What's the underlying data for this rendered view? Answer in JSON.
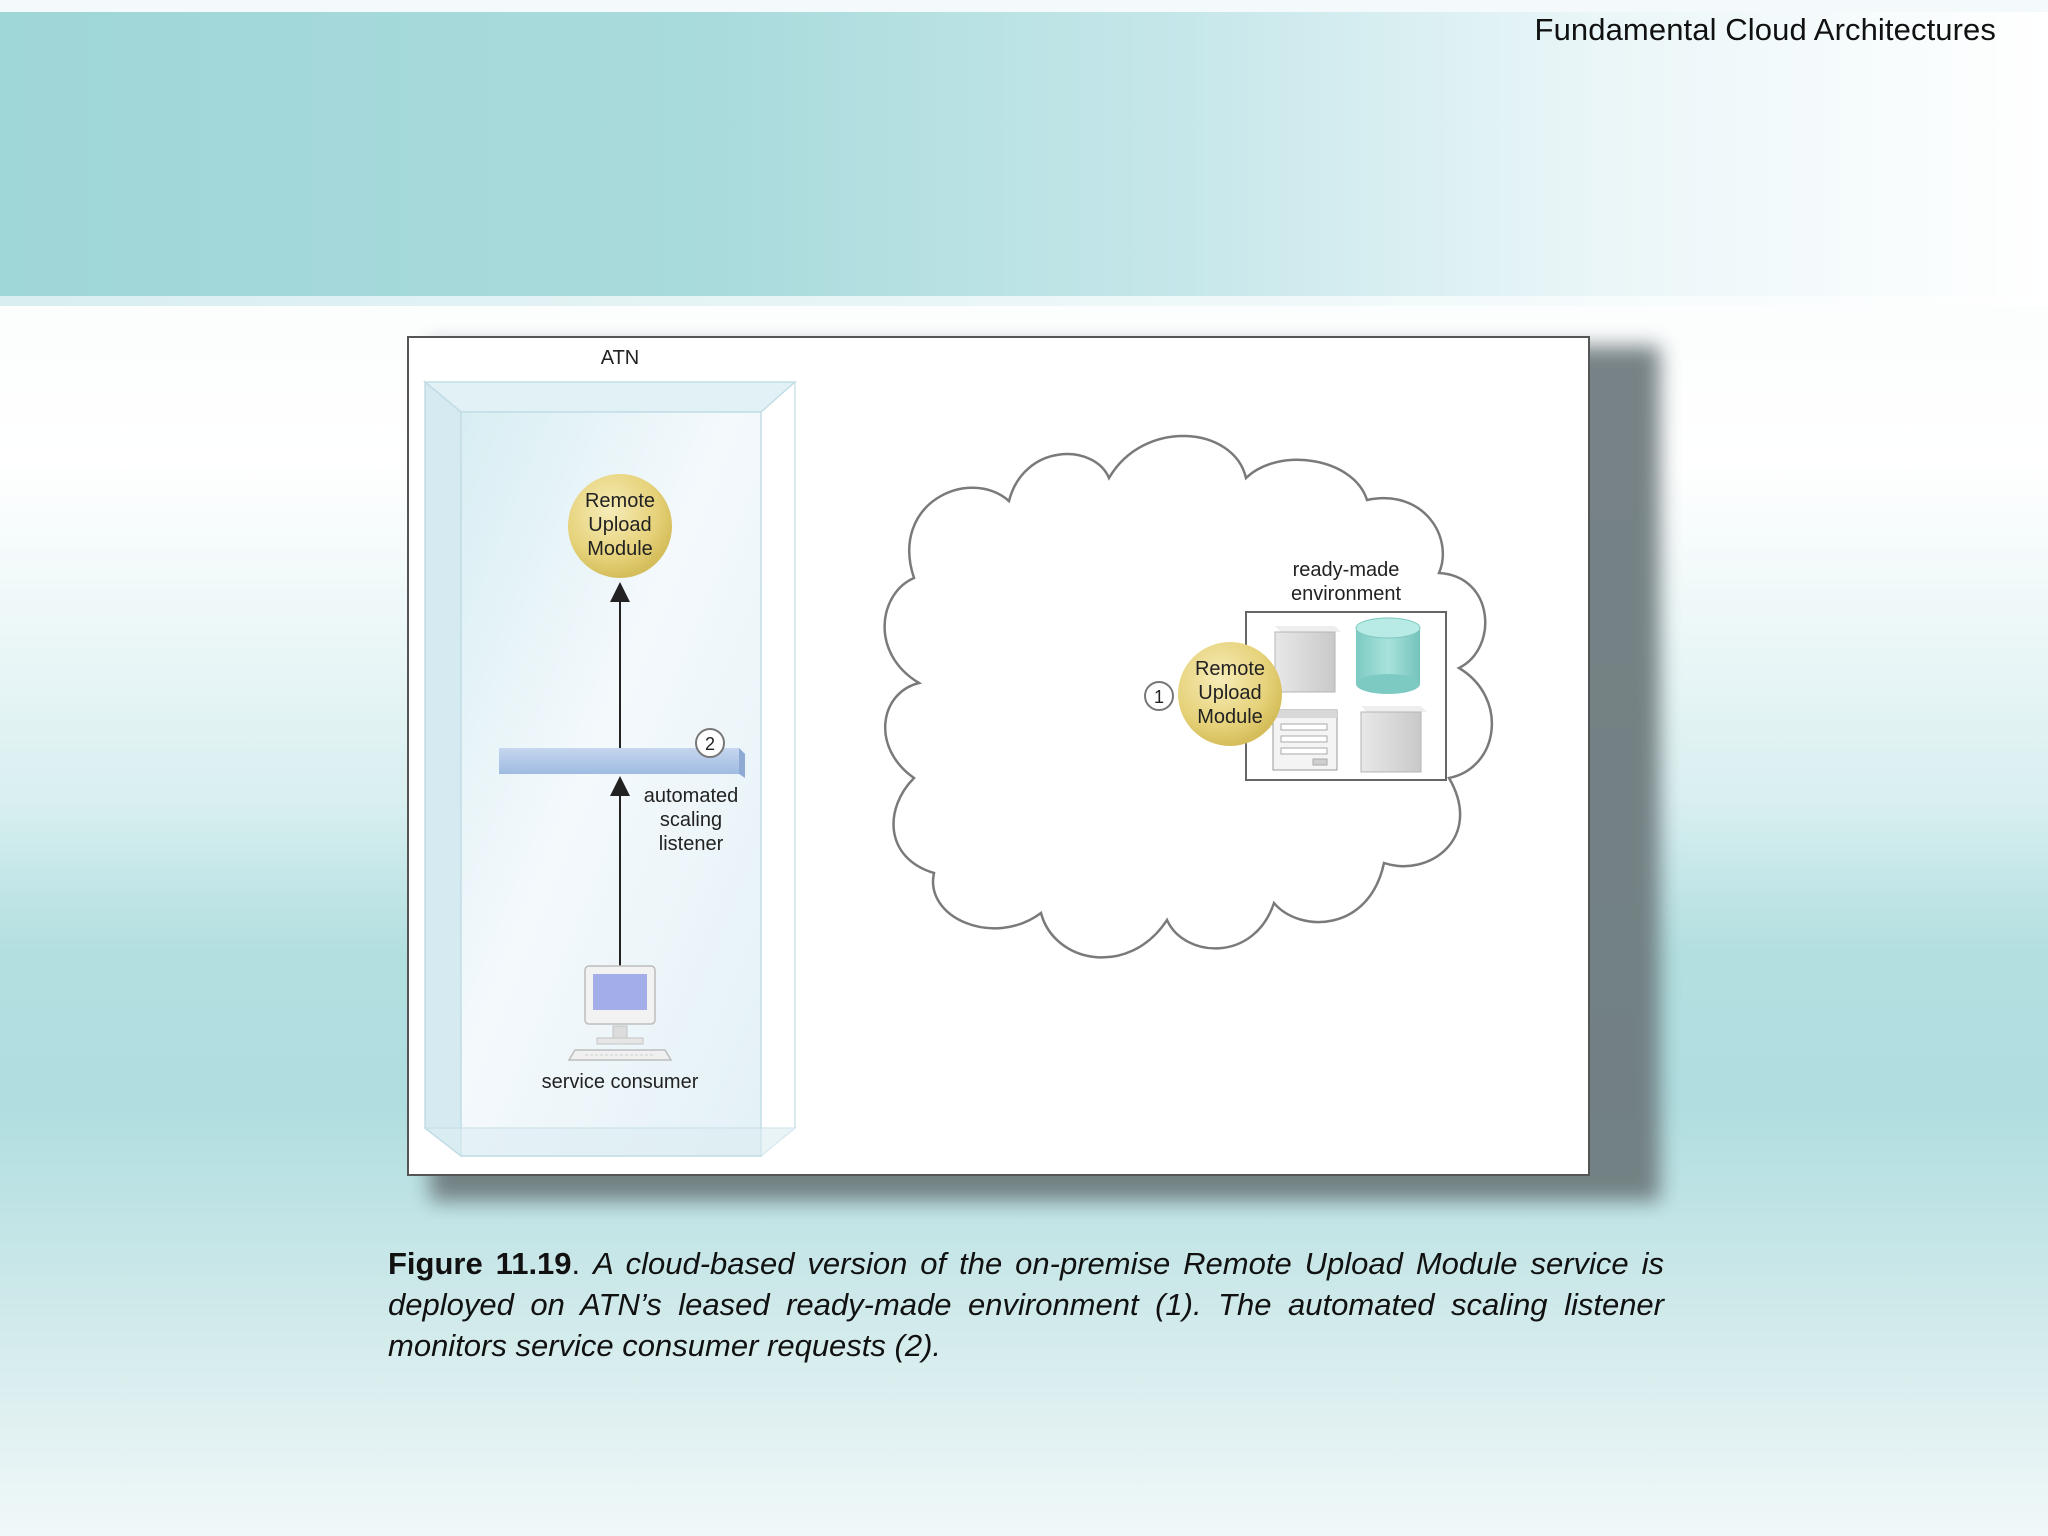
{
  "header": {
    "title": "Fundamental Cloud Architectures"
  },
  "figure": {
    "atn_label": "ATN",
    "rum_left": {
      "line1": "Remote",
      "line2": "Upload",
      "line3": "Module"
    },
    "rum_cloud": {
      "line1": "Remote",
      "line2": "Upload",
      "line3": "Module"
    },
    "step_1": "1",
    "step_2": "2",
    "listener": {
      "line1": "automated",
      "line2": "scaling",
      "line3": "listener"
    },
    "consumer_label": "service consumer",
    "env": {
      "line1": "ready-made",
      "line2": "environment"
    },
    "colors": {
      "module_gold": "#e6d27a",
      "db_teal": "#8fd6cf",
      "listener_blue": "#a9c4e6",
      "screen_blue": "#a3aee8"
    }
  },
  "caption": {
    "label": "Figure 11.19",
    "separator": ". ",
    "text": "A cloud-based version of the on-premise Remote Upload Module service is deployed on ATN’s leased ready-made environment (1). The automated scaling listener monitors service consumer requests (2)."
  }
}
